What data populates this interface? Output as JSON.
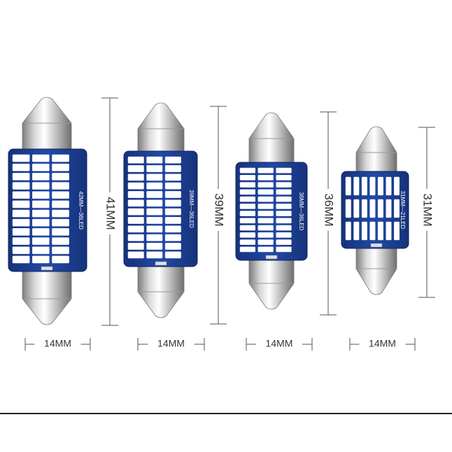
{
  "bulbs": [
    {
      "pcb_label": "42MM—36LED",
      "length_label": "41MM",
      "width_label": "14MM",
      "led_columns": 3,
      "led_rows": 12
    },
    {
      "pcb_label": "39MM—36LED",
      "length_label": "39MM",
      "width_label": "14MM",
      "led_columns": 3,
      "led_rows": 12
    },
    {
      "pcb_label": "36MM—36LED",
      "length_label": "36MM",
      "width_label": "14MM",
      "led_columns": 3,
      "led_rows": 12
    },
    {
      "pcb_label": "31MM—21LED",
      "length_label": "31MM",
      "width_label": "14MM",
      "led_columns": 7,
      "led_rows": 3
    }
  ],
  "colors": {
    "pcb": "#1b3d8f",
    "led": "#ffffff",
    "cap_light": "#f2f2f2",
    "cap_dark": "#8c8c8c",
    "dimension_line": "#555555",
    "text": "#333333"
  }
}
